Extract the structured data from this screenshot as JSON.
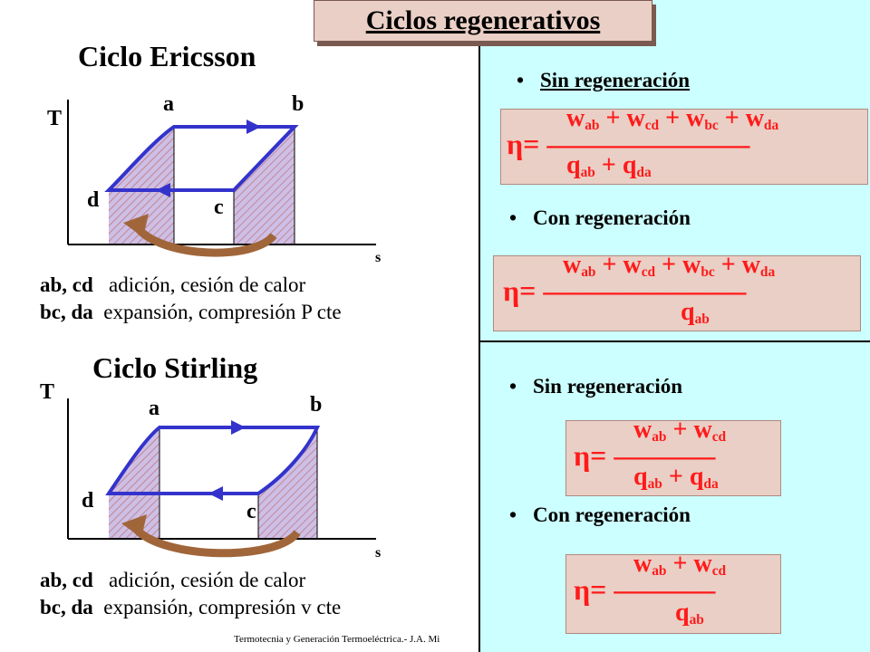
{
  "title": "Ciclos regenerativos",
  "ericsson": {
    "heading": "Ciclo Ericsson",
    "axis_t": "T",
    "axis_s": "s",
    "points": {
      "a": "a",
      "b": "b",
      "c": "c",
      "d": "d"
    },
    "caption1_key": "ab, cd",
    "caption1_text": "adición, cesión de calor",
    "caption2_key": "bc, da",
    "caption2_text": "expansión,  compresión  P cte"
  },
  "stirling": {
    "heading": "Ciclo Stirling",
    "axis_t": "T",
    "axis_s": "s",
    "points": {
      "a": "a",
      "b": "b",
      "c": "c",
      "d": "d"
    },
    "caption1_key": "ab, cd",
    "caption1_text": "adición, cesión de calor",
    "caption2_key": "bc, da",
    "caption2_text": "expansión,  compresión  v cte"
  },
  "right": {
    "e_sin": "Sin  regeneración",
    "e_con": "Con regeneración",
    "s_sin": "Sin  regeneración",
    "s_con": "Con regeneración",
    "eta_prefix": "η= ",
    "dashes_long": "––––––––––––––",
    "dashes_short": "–––––––",
    "w": "w",
    "q": "q",
    "plus": " + ",
    "sub_ab": "ab",
    "sub_cd": "cd",
    "sub_bc": "bc",
    "sub_da": "da"
  },
  "footer": "Termotecnia y Generación Termoeléctrica.- J.A. Mi",
  "colors": {
    "cycle": "#3333cc",
    "arrow": "#a0663a",
    "formula_text": "#ff1a1a",
    "formula_bg": "#e9cfc5",
    "panel": "#ccffff"
  }
}
